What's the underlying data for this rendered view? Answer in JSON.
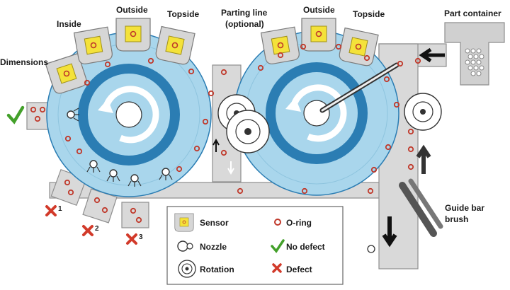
{
  "colors": {
    "disc": "#a9d6ec",
    "disc_ring": "#2b7db3",
    "conveyor": "#d9d9d9",
    "conveyor_edge": "#8e8e8e",
    "sensor_body": "#d6d6d6",
    "sensor_core": "#f4e23a",
    "oring": "#c0392b",
    "check": "#43a02a",
    "cross": "#d23a2a",
    "text": "#1a1a1a"
  },
  "labels": {
    "dimensions": "Dimensions",
    "inside": "Inside",
    "outside_left": "Outside",
    "topside_left": "Topside",
    "parting_line_1": "Parting line",
    "parting_line_2": "(optional)",
    "outside_right": "Outside",
    "topside_right": "Topside",
    "part_container": "Part container",
    "guide_bar_1": "Guide bar",
    "guide_bar_2": "brush"
  },
  "defects": {
    "d1": "1",
    "d2": "2",
    "d3": "3"
  },
  "legend": {
    "sensor": "Sensor",
    "oring": "O-ring",
    "nozzle": "Nozzle",
    "no_defect": "No defect",
    "rotation": "Rotation",
    "defect": "Defect"
  },
  "icons": {
    "sensor": "sensor-icon",
    "oring": "o-ring-icon",
    "nozzle": "nozzle-icon",
    "check": "check-icon",
    "rotation": "rotation-icon",
    "cross": "cross-icon",
    "arrow": "arrow-icon"
  }
}
